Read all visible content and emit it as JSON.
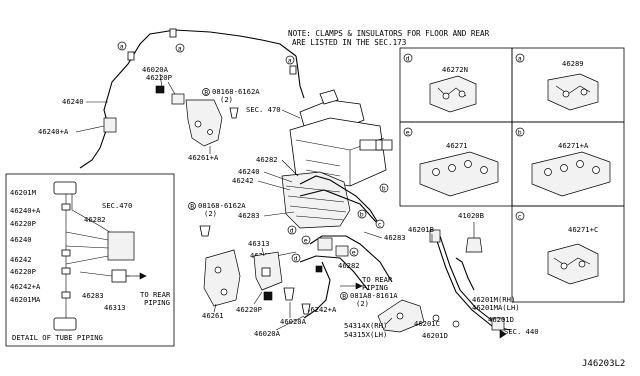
{
  "note": {
    "line1": "NOTE: CLAMPS & INSULATORS FOR FLOOR AND REAR",
    "line2": "ARE LISTED IN THE SEC.173"
  },
  "main_labels": {
    "p46020A_top": "46020A",
    "p46220P_top": "46220P",
    "p46240": "46240",
    "p46240A": "46240+A",
    "bolt_top": "08168-6162A",
    "bolt_top_qty": "(2)",
    "sec470": "SEC. 470",
    "p46261A": "46261+A",
    "p46282_top": "46282",
    "p46240_mid": "46240",
    "p46242_mid": "46242",
    "bolt_mid": "08168-6162A",
    "bolt_mid_qty": "(2)",
    "p46283_left": "46283",
    "p46313": "46313",
    "p46242_low": "46242",
    "p46283_right": "46283",
    "p46282_low": "46282",
    "to_rear_1": "TO REAR",
    "piping_1": "PIPING",
    "bolt_low": "081A8-8161A",
    "bolt_low_qty": "(2)",
    "p46242A": "46242+A",
    "p46261": "46261",
    "p46220P_low": "46220P",
    "p46020A_a": "46020A",
    "p46020A_b": "46020A",
    "p54314": "54314X(RH)",
    "p54315": "54315X(LH)",
    "p46201B": "46201B",
    "p41020B": "41020B",
    "p46201M": "46201M(RH)",
    "p46201MA": "46201MA(LH)",
    "p46201D_r": "46201D",
    "sec440": "SEC. 440",
    "p46201C": "46201C",
    "p46201D_b": "46201D"
  },
  "callouts": {
    "a": "a",
    "b": "b",
    "c": "c",
    "d": "d",
    "e": "e"
  },
  "parts_grid": {
    "d_part": "46272N",
    "a_part": "46289",
    "e_part": "46271",
    "b_part": "46271+A",
    "c_part": "46271+C"
  },
  "detail": {
    "caption": "DETAIL OF TUBE PIPING",
    "l1": "46201M",
    "l2": "46240+A",
    "l3": "46220P",
    "l4": "46240",
    "l5": "46242",
    "l6": "46220P",
    "l7": "46242+A",
    "l8": "46201MA",
    "mid1": "46282",
    "sec": "SEC.470",
    "b1": "46283",
    "b2": "46313",
    "to_rear": "TO REAR",
    "piping": "PIPING"
  },
  "diagram_code": "J46203L2"
}
